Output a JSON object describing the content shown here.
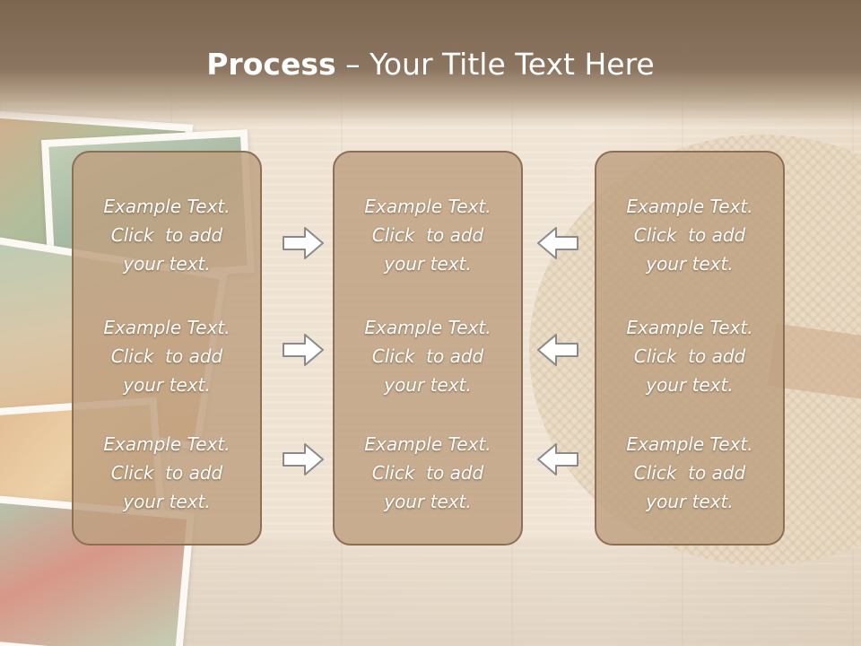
{
  "title": {
    "bold": "Process",
    "rest": " – Your Title Text Here"
  },
  "columns": [
    {
      "items": [
        {
          "line1": "Example Text.",
          "line2": "Click  to add",
          "line3": "your text."
        },
        {
          "line1": "Example Text.",
          "line2": "Click  to add",
          "line3": "your text."
        },
        {
          "line1": "Example Text.",
          "line2": "Click  to add",
          "line3": "your text."
        }
      ]
    },
    {
      "items": [
        {
          "line1": "Example Text.",
          "line2": "Click  to add",
          "line3": "your text."
        },
        {
          "line1": "Example Text.",
          "line2": "Click  to add",
          "line3": "your text."
        },
        {
          "line1": "Example Text.",
          "line2": "Click  to add",
          "line3": "your text."
        }
      ]
    },
    {
      "items": [
        {
          "line1": "Example Text.",
          "line2": "Click  to add",
          "line3": "your text."
        },
        {
          "line1": "Example Text.",
          "line2": "Click  to add",
          "line3": "your text."
        },
        {
          "line1": "Example Text.",
          "line2": "Click  to add",
          "line3": "your text."
        }
      ]
    }
  ],
  "icons": {
    "left_arrows": "arrow-right-icon",
    "right_arrows": "arrow-left-icon"
  },
  "colors": {
    "title_bar": "#7c6650",
    "box_fill": "#be a080",
    "box_border": "#8c6f55",
    "text": "#ffffff"
  }
}
